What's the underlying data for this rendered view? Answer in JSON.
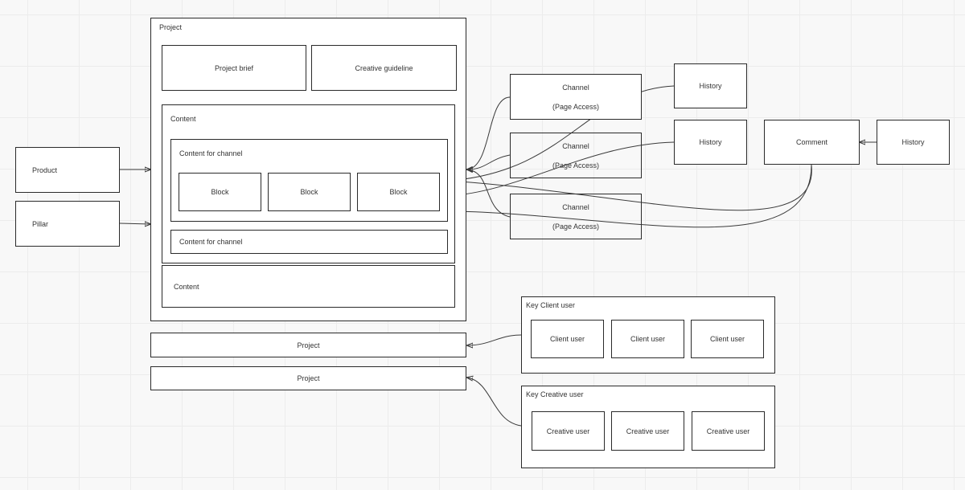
{
  "project": {
    "title": "Project",
    "project_brief": "Project brief",
    "creative_guideline": "Creative guideline",
    "content": {
      "title": "Content",
      "content_for_channel_1": {
        "title": "Content for channel",
        "blocks": [
          "Block",
          "Block",
          "Block"
        ]
      },
      "content_for_channel_2": "Content for channel"
    },
    "content_2": "Content"
  },
  "inputs": {
    "product": "Product",
    "pillar": "Pillar"
  },
  "projects": [
    "Project",
    "Project"
  ],
  "channels": [
    {
      "line1": "Channel",
      "line2": "(Page Access)"
    },
    {
      "line1": "Channel",
      "line2": "(Page Access)"
    },
    {
      "line1": "Channel",
      "line2": "(Page Access)"
    }
  ],
  "history_1": "History",
  "history_2": "History",
  "comment": "Comment",
  "history_3": "History",
  "key_client": {
    "title": "Key Client user",
    "users": [
      "Client user",
      "Client user",
      "Client user"
    ]
  },
  "key_creative": {
    "title": "Key Creative user",
    "users": [
      "Creative user",
      "Creative user",
      "Creative user"
    ]
  }
}
